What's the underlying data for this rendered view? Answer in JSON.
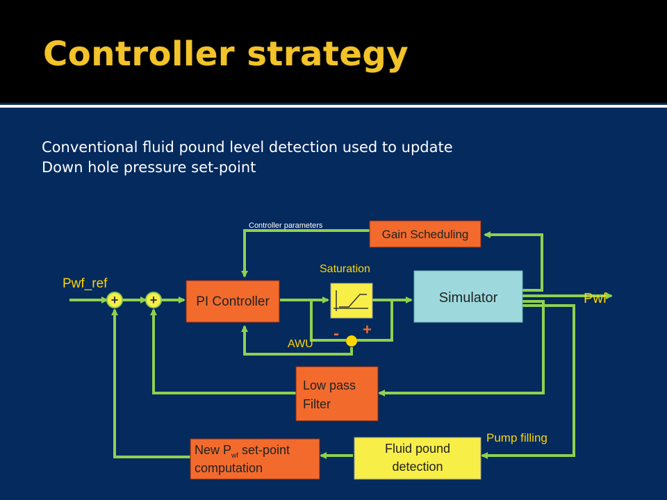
{
  "slide": {
    "title": "Controller strategy",
    "subtitle_lines": [
      "Conventional fluid pound level detection used to update",
      "Down hole pressure set-point"
    ]
  },
  "diagram": {
    "blocks": {
      "gain_scheduling": "Gain Scheduling",
      "pi_controller": "PI Controller",
      "simulator": "Simulator",
      "low_pass_filter": [
        "Low pass",
        "Filter"
      ],
      "fluid_pound_detection": [
        "Fluid pound",
        "detection"
      ],
      "new_pwf_setpoint": {
        "line1_prefix": "New P",
        "line1_sub": "wf",
        "line1_suffix": " set-point",
        "line2": "computation"
      }
    },
    "labels": {
      "controller_parameters": "Controller parameters",
      "saturation": "Saturation",
      "pwf_ref": "Pwf_ref",
      "pwf": "Pwf",
      "awu": "AWU",
      "pump_filling": "Pump filling",
      "minus": "-",
      "plus": "+"
    },
    "sum_sign": "+",
    "colors": {
      "background": "#042a5e",
      "arrow": "#8fd14f",
      "orange_block": "#f26b2d",
      "simulator_block": "#9dd9dc",
      "yellow_block": "#f8ee48",
      "label_text": "#ffd700",
      "title": "#f2c32a"
    }
  }
}
